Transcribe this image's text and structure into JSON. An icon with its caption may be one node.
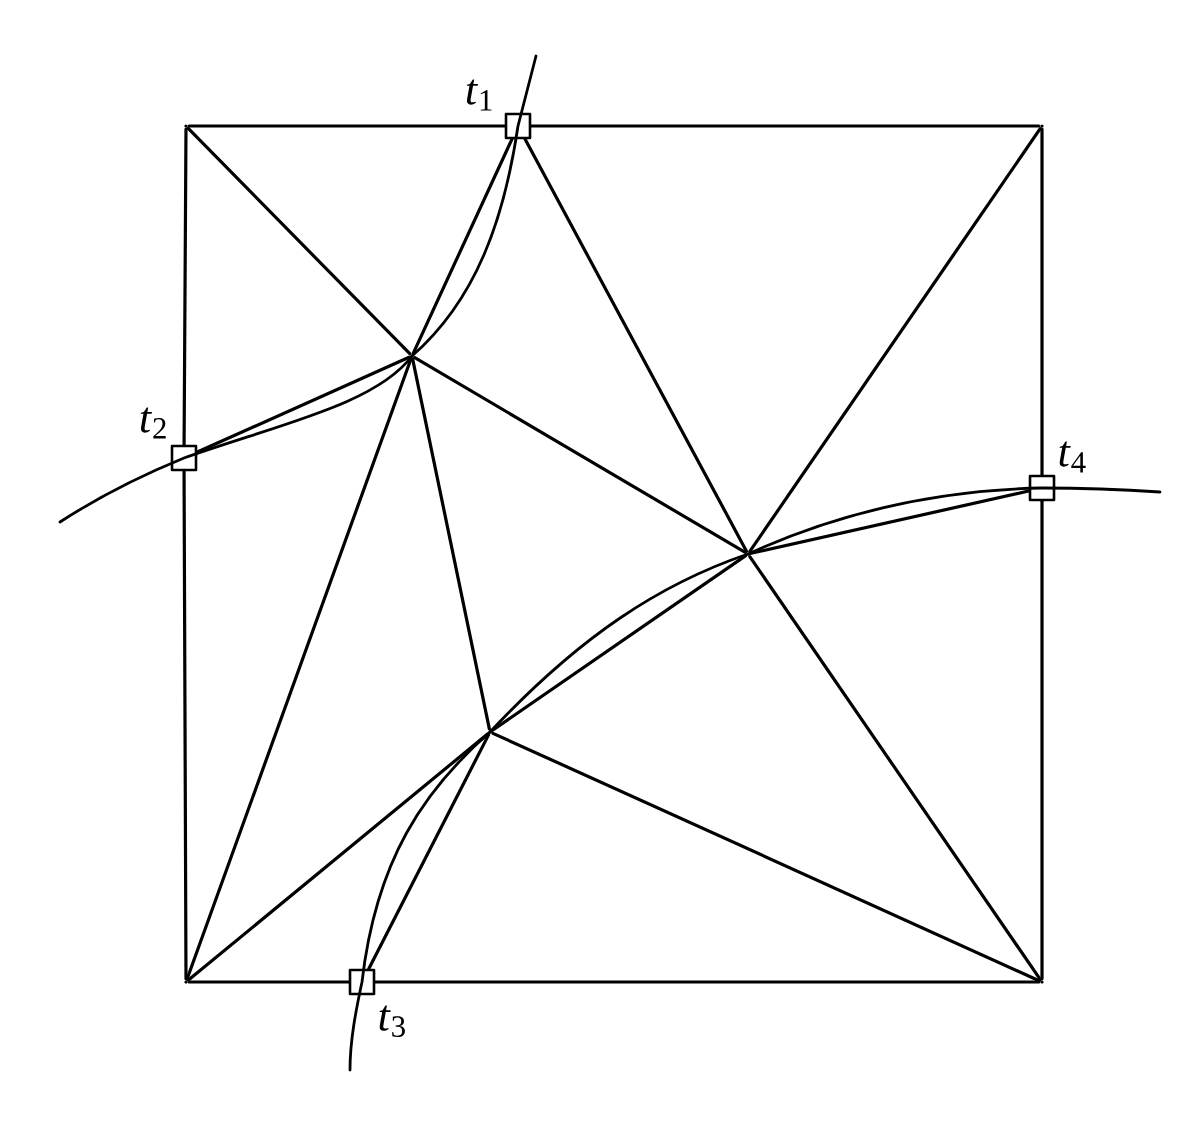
{
  "diagram": {
    "nodes": [
      {
        "text": [],
        "shape": "box",
        "beside": [
          "*t*$_{1}$"
        ]
      },
      {
        "text": [],
        "shape": "point"
      },
      {
        "text": [],
        "shape": "point"
      },
      {
        "text": [],
        "shape": "point"
      },
      {
        "text": [],
        "shape": "box",
        "beside": [
          "*t*$_{2}$"
        ]
      },
      {
        "text": [],
        "shape": "box",
        "beside": [
          "*t*$_{4}$"
        ]
      },
      {
        "text": [],
        "shape": "point"
      },
      {
        "text": [],
        "shape": "point"
      },
      {
        "text": [],
        "shape": "point"
      },
      {
        "text": [],
        "shape": "box",
        "beside": [
          "*t*$_{3}$"
        ]
      },
      {
        "text": [],
        "shape": "point"
      }
    ],
    "edges": [
      {
        "from": 1,
        "to": 0,
        "arrow": "none"
      },
      {
        "from": 0,
        "to": 2,
        "arrow": "none"
      },
      {
        "from": 2,
        "to": 5,
        "arrow": "none"
      },
      {
        "from": 5,
        "to": 10,
        "arrow": "none"
      },
      {
        "from": 10,
        "to": 9,
        "arrow": "none"
      },
      {
        "from": 9,
        "to": 8,
        "arrow": "none"
      },
      {
        "from": 8,
        "to": 4,
        "arrow": "none"
      },
      {
        "from": 4,
        "to": 1,
        "arrow": "none"
      },
      {
        "from": 1,
        "to": 3,
        "arrow": "none"
      },
      {
        "from": 0,
        "to": 3,
        "arrow": "none"
      },
      {
        "from": 0,
        "to": 6,
        "arrow": "none"
      },
      {
        "from": 2,
        "to": 6,
        "arrow": "none"
      },
      {
        "from": 4,
        "to": 3,
        "arrow": "none"
      },
      {
        "from": 3,
        "to": 6,
        "arrow": "none"
      },
      {
        "from": 3,
        "to": 8,
        "arrow": "none"
      },
      {
        "from": 3,
        "to": 7,
        "arrow": "none"
      },
      {
        "from": 7,
        "to": 8,
        "arrow": "none"
      },
      {
        "from": 7,
        "to": 9,
        "arrow": "none"
      },
      {
        "from": 7,
        "to": 6,
        "arrow": "none"
      },
      {
        "from": 7,
        "to": 10,
        "arrow": "none"
      },
      {
        "from": 6,
        "to": 10,
        "arrow": "none"
      },
      {
        "from": 6,
        "to": 5,
        "arrow": "none"
      }
    ]
  }
}
